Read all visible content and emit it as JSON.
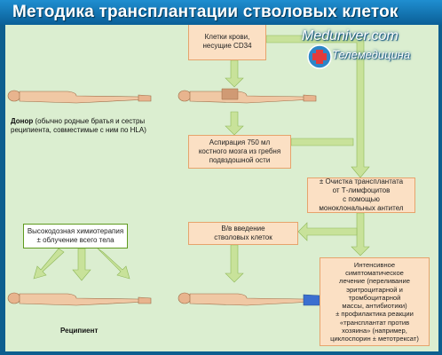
{
  "title": "Методика трансплантации стволовых клеток",
  "watermark": {
    "line1": "Meduniver.com",
    "line2": "Телемедицина"
  },
  "boxes": {
    "blood_cells": "Клетки крови,\nнесущие CD34",
    "aspiration": "Аспирация 750 мл\nкостного мозга из гребня\nподвздошной ости",
    "purification": "± Очистка трансплантата\nот Т-лимфоцитов\nс помощью\nмоноклональных антител",
    "chemo": "Высокодозная химиотерапия\n± облучение всего тела",
    "infusion": "В/в введение\nстволовых клеток",
    "intensive_care": "Интенсивное\nсимптоматическое\nлечение (переливание\nэритроцитарной и\nтромбоцитарной\nмассы, антибиотики)\n± профилактика реакции\n«трансплантат против\nхозяина» (например,\nциклоспорин ± метотрексат)"
  },
  "labels": {
    "donor_bold": "Донор",
    "donor_rest": " (обычно родные братья и сестры\nреципиента, совместимые с ним по HLA)",
    "recipient": "Реципиент"
  },
  "colors": {
    "header": "#1584c8",
    "frame": "#0d5e8f",
    "panel": "#dbeed0",
    "box_fill": "#fbe0c4",
    "box_border": "#e6a36c",
    "chemo_border": "#5f9a1f",
    "arrow": "#c8e29a",
    "skin": "#e8b48e",
    "leg_blue": "#3b6fd0"
  }
}
